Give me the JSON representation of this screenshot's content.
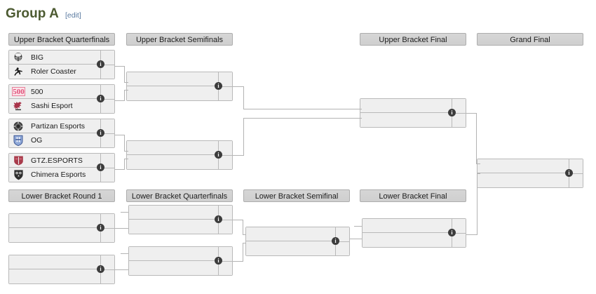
{
  "header": {
    "title": "Group A",
    "edit_label": "[edit]"
  },
  "rounds": {
    "ubqf": "Upper Bracket Quarterfinals",
    "ubsf": "Upper Bracket Semifinals",
    "ubf": "Upper Bracket Final",
    "gf": "Grand Final",
    "lbr1": "Lower Bracket Round 1",
    "lbqf": "Lower Bracket Quarterfinals",
    "lbsf": "Lower Bracket Semifinal",
    "lbf": "Lower Bracket Final"
  },
  "icons": {
    "info": "i",
    "info_name": "info-icon"
  },
  "matches": {
    "ubqf": [
      {
        "top": {
          "team": "BIG",
          "logo": "big-logo",
          "score": ""
        },
        "bottom": {
          "team": "Roler Coaster",
          "logo": "roler-coaster-logo",
          "score": ""
        }
      },
      {
        "top": {
          "team": "500",
          "logo": "five-hundred-logo",
          "score": ""
        },
        "bottom": {
          "team": "Sashi Esport",
          "logo": "sashi-esport-logo",
          "score": ""
        }
      },
      {
        "top": {
          "team": "Partizan Esports",
          "logo": "partizan-esports-logo",
          "score": ""
        },
        "bottom": {
          "team": "OG",
          "logo": "og-logo",
          "score": ""
        }
      },
      {
        "top": {
          "team": "GTZ.ESPORTS",
          "logo": "gtz-esports-logo",
          "score": ""
        },
        "bottom": {
          "team": "Chimera Esports",
          "logo": "chimera-esports-logo",
          "score": ""
        }
      }
    ],
    "ubsf": [
      {
        "top": {
          "team": "",
          "score": ""
        },
        "bottom": {
          "team": "",
          "score": ""
        }
      },
      {
        "top": {
          "team": "",
          "score": ""
        },
        "bottom": {
          "team": "",
          "score": ""
        }
      }
    ],
    "ubf": [
      {
        "top": {
          "team": "",
          "score": ""
        },
        "bottom": {
          "team": "",
          "score": ""
        }
      }
    ],
    "gf": [
      {
        "top": {
          "team": "",
          "score": ""
        },
        "bottom": {
          "team": "",
          "score": ""
        }
      }
    ],
    "lbr1": [
      {
        "top": {
          "team": "",
          "score": ""
        },
        "bottom": {
          "team": "",
          "score": ""
        }
      },
      {
        "top": {
          "team": "",
          "score": ""
        },
        "bottom": {
          "team": "",
          "score": ""
        }
      }
    ],
    "lbqf": [
      {
        "top": {
          "team": "",
          "score": ""
        },
        "bottom": {
          "team": "",
          "score": ""
        }
      },
      {
        "top": {
          "team": "",
          "score": ""
        },
        "bottom": {
          "team": "",
          "score": ""
        }
      }
    ],
    "lbsf": [
      {
        "top": {
          "team": "",
          "score": ""
        },
        "bottom": {
          "team": "",
          "score": ""
        }
      }
    ],
    "lbf": [
      {
        "top": {
          "team": "",
          "score": ""
        },
        "bottom": {
          "team": "",
          "score": ""
        }
      }
    ]
  },
  "colors": {
    "title": "#4c5a31",
    "link": "#5a7aa0",
    "header_pill_bg": "#d4d4d4",
    "header_pill_border": "#adadad",
    "match_bg": "#efefef",
    "match_border": "#b9b9b9",
    "connector": "#b3b3b3",
    "info_badge": "#3c3c3c",
    "logo_500": "#e8809a",
    "logo_og": "#6f87c4",
    "logo_gtz": "#a83b4b"
  }
}
